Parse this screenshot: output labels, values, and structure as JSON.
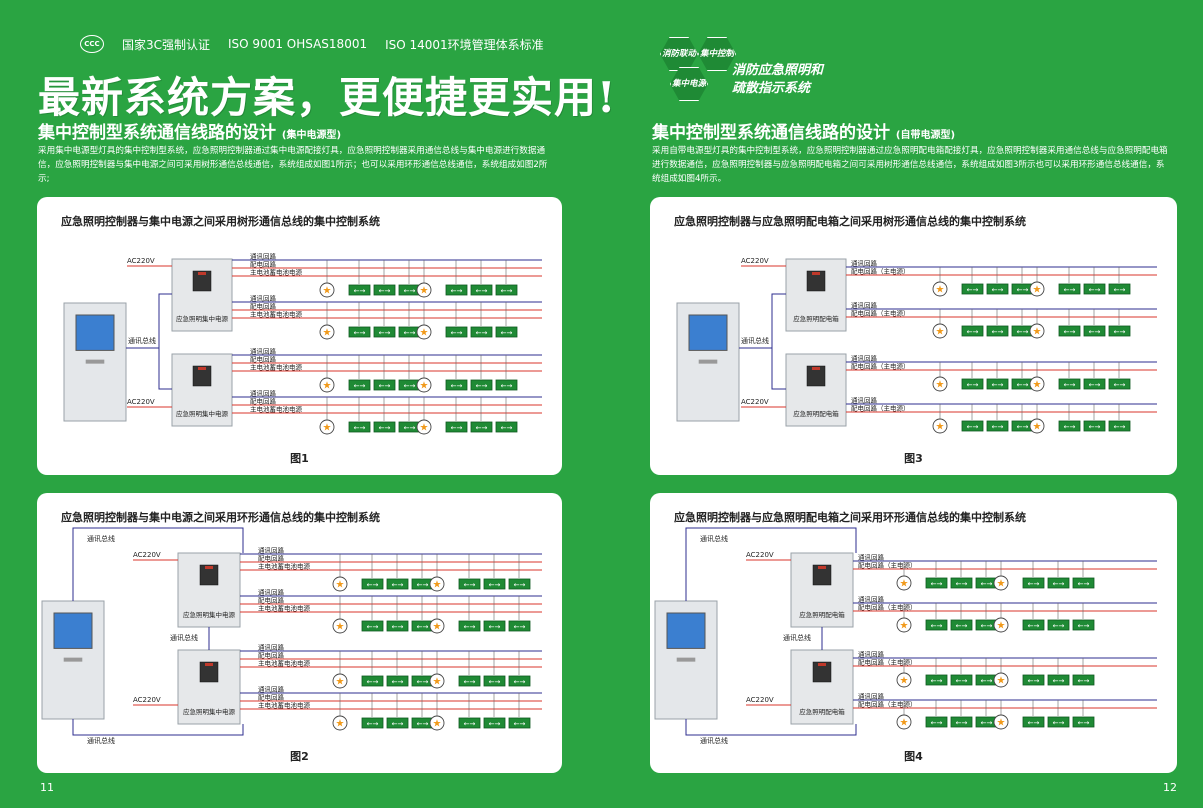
{
  "left": {
    "cert": [
      "国家3C强制认证",
      "ISO 9001  OHSAS18001",
      "ISO 14001环境管理体系标准"
    ],
    "cert_logo": "CCC",
    "headline": "最新系统方案，更便捷更实用!",
    "section_title": "集中控制型系统通信线路的设计",
    "section_sub": "(集中电源型)",
    "intro": "采用集中电源型灯具的集中控制型系统，应急照明控制器通过集中电源配接灯具，应急照明控制器采用通信总线与集中电源进行数据通信，应急照明控制器与集中电源之间可采用树形通信总线通信，系统组成如图1所示；也可以采用环形通信总线通信，系统组成如图2所示;",
    "page_number": "11"
  },
  "right": {
    "hex_labels": [
      "消防联动",
      "集中控制",
      "集中电源"
    ],
    "brand_lines": [
      "消防应急照明和",
      "疏散指示系统"
    ],
    "section_title": "集中控制型系统通信线路的设计",
    "section_sub": "(自带电源型)",
    "intro": "采用自带电源型灯具的集中控制型系统，应急照明控制器通过应急照明配电箱配接灯具，应急照明控制器采用通信总线与应急照明配电箱进行数据通信，应急照明控制器与应急照明配电箱之间可采用树形通信总线通信，系统组成如图3所示也可以采用环形通信总线通信，系统组成如图4所示。",
    "page_number": "12"
  },
  "diagrams": [
    {
      "title": "应急照明控制器与集中电源之间采用树形通信总线的集中控制系统",
      "figure": "图1",
      "type": "central",
      "ring": false,
      "cabinet_label": "应急照明集中电源",
      "ac": "AC220V",
      "bus_label": "通讯总线",
      "branch_labels": [
        "通讯回路",
        "配电回路",
        "主电池蓄电池电源"
      ]
    },
    {
      "title": "应急照明控制器与集中电源之间采用环形通信总线的集中控制系统",
      "figure": "图2",
      "type": "central",
      "ring": true,
      "cabinet_label": "应急照明集中电源",
      "ac": "AC220V",
      "bus_label": "通讯总线",
      "branch_labels": [
        "通讯回路",
        "配电回路",
        "主电池蓄电池电源"
      ]
    },
    {
      "title": "应急照明控制器与应急照明配电箱之间采用树形通信总线的集中控制系统",
      "figure": "图3",
      "type": "self",
      "ring": false,
      "cabinet_label": "应急照明配电箱",
      "ac": "AC220V",
      "bus_label": "通讯总线",
      "branch_labels": [
        "通讯回路",
        "配电回路（主电源）"
      ]
    },
    {
      "title": "应急照明控制器与应急照明配电箱之间采用环形通信总线的集中控制系统",
      "figure": "图4",
      "type": "self",
      "ring": true,
      "cabinet_label": "应急照明配电箱",
      "ac": "AC220V",
      "bus_label": "通讯总线",
      "branch_labels": [
        "通讯回路",
        "配电回路（主电源）"
      ]
    }
  ],
  "colors": {
    "background": "#2aa442",
    "bus_line": "#2d2d8f",
    "power_line": "#d9342b",
    "exit_sign": "#1f8a35",
    "lamp": "#f19a1b"
  }
}
